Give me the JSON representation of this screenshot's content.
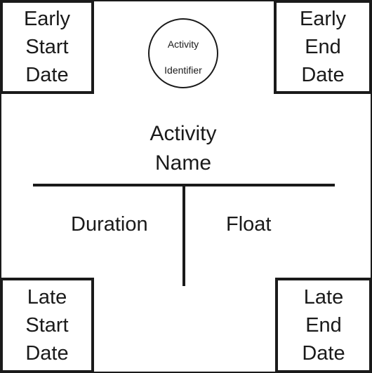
{
  "diagram": {
    "early_start": [
      "Early",
      "Start",
      "Date"
    ],
    "early_end": [
      "Early",
      "End",
      "Date"
    ],
    "late_start": [
      "Late",
      "Start",
      "Date"
    ],
    "late_end": [
      "Late",
      "End",
      "Date"
    ],
    "activity_identifier": [
      "Activity",
      "Identifier"
    ],
    "activity_name": [
      "Activity",
      "Name"
    ],
    "duration": "Duration",
    "float": "Float"
  }
}
